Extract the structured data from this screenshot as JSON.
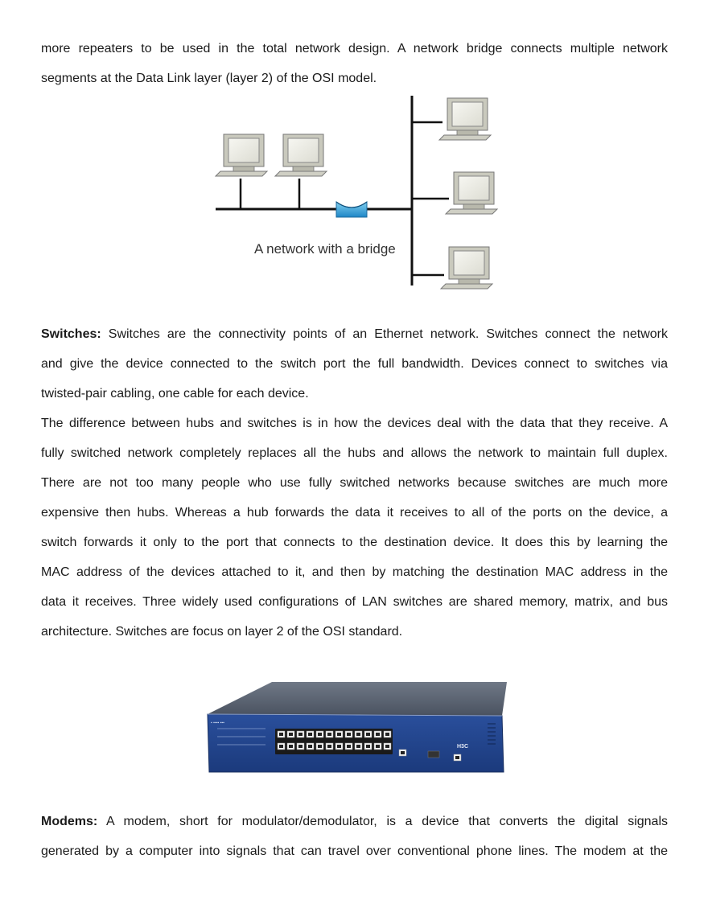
{
  "intro": {
    "lines": [
      "more repeaters to be used in the total network design. A network bridge connects multiple network",
      "segments at the Data Link layer (layer 2) of the OSI model."
    ]
  },
  "bridge_figure": {
    "caption": "A network with a bridge"
  },
  "switches": {
    "heading": "Switches:",
    "lines": [
      " Switches are the connectivity points of an Ethernet network. Switches connect the network",
      "and give the device connected to the switch port the full bandwidth. Devices connect to switches via",
      "twisted-pair cabling, one cable for each device."
    ]
  },
  "difference": {
    "lines": [
      "The difference between hubs and switches is in how the devices deal with the data that they receive. A",
      "fully switched network completely replaces all the hubs and allows the network to maintain full duplex.",
      "There are not too many people who use fully switched networks because switches are much more",
      "expensive then hubs. Whereas a hub forwards the data it receives to all of the ports on the device, a",
      "switch forwards it only to the port that connects to the destination device. It does this by learning the",
      "MAC address of the devices attached to it, and then by matching the destination MAC address in the",
      "data it receives. Three widely used configurations of LAN switches are shared memory, matrix, and bus",
      "architecture. Switches are focus on layer 2 of the OSI standard."
    ]
  },
  "switch_photo": {
    "brand_label": "H3C"
  },
  "modems": {
    "heading": "Modems:",
    "lines": [
      " A modem, short for modulator/demodulator, is a device that converts the digital signals",
      "generated by a computer into signals that can travel over conventional phone lines. The modem at the"
    ]
  }
}
